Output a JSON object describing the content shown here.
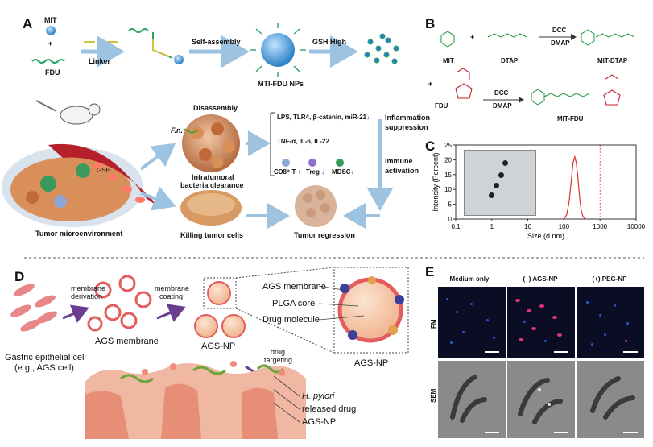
{
  "panels": {
    "a": "A",
    "b": "B",
    "c": "C",
    "d": "D",
    "e": "E"
  },
  "panel_a": {
    "mit": "MIT",
    "plus": "+",
    "fdu": "FDU",
    "linker": "Linker",
    "self_assembly": "Self-assembly",
    "gsh_high": "GSH High",
    "nps": "MTI-FDU NPs",
    "disassembly": "Disassembly",
    "fn": "F.n.",
    "gsh": "GSH",
    "intratumoral": "Intratumoral",
    "bacteria_clearance": "bacteria clearance",
    "markers_1": "LPS, TLR4, β-catenin, miR-21",
    "markers_2": "TNF-α, IL-6, IL-22",
    "cd8": "CD8⁺ T",
    "treg": "Treg",
    "mdsc": "MDSC",
    "up": "↑",
    "down": "↓",
    "inflammation": "Inflammation",
    "suppression": "suppression",
    "immune": "Immune",
    "activation": "activation",
    "tumor_micro": "Tumor microenvironment",
    "killing": "Killing tumor cells",
    "regression": "Tumor regression"
  },
  "panel_b": {
    "plus": "+",
    "dcc": "DCC",
    "dmap": "DMAP",
    "mit": "MIT",
    "dtap": "DTAP",
    "mit_dtap": "MIT-DTAP",
    "fdu": "FDU",
    "mit_fdu": "MIT-FDU"
  },
  "chart_data": {
    "type": "line",
    "ylabel": "Intensity (Percent)",
    "xlabel": "Size (d.nm)",
    "xscale": "log",
    "xlim": [
      0.1,
      10000
    ],
    "ylim": [
      0,
      25
    ],
    "xticks": [
      "0.1",
      "1",
      "10",
      "100",
      "1000",
      "10000"
    ],
    "yticks": [
      "0",
      "5",
      "10",
      "15",
      "20",
      "25"
    ],
    "series": [
      {
        "x": [
          100,
          120,
          140,
          160,
          180,
          200,
          220,
          240,
          260,
          280,
          300,
          330,
          360,
          400
        ],
        "y": [
          0,
          1.5,
          6,
          13,
          19,
          21,
          19,
          15,
          10,
          6,
          3,
          1.2,
          0.4,
          0
        ],
        "color": "#d9302c"
      }
    ]
  },
  "panel_d": {
    "membrane_derivation_1": "membrane",
    "membrane_derivation_2": "derivation",
    "membrane_coating_1": "membrane",
    "membrane_coating_2": "coating",
    "ags_membrane": "AGS membrane",
    "ags_np": "AGS-NP",
    "gastric_1": "Gastric epithelial cell",
    "gastric_2": "(e.g., AGS cell)",
    "legend_membrane": "AGS membrane",
    "legend_core": "PLGA core",
    "legend_drug": "Drug molecule",
    "drug_targeting_1": "drug",
    "drug_targeting_2": "targeting",
    "ags_np_zoom": "AGS-NP",
    "hpylori": "H. pylori",
    "released": "released drug",
    "ags_np_bottom": "AGS-NP"
  },
  "panel_e": {
    "col1": "Medium only",
    "col2": "(+) AGS-NP",
    "col3": "(+) PEG-NP",
    "row1": "FM",
    "row2": "SEM"
  },
  "colors": {
    "arrow": "#9dc3e0",
    "purple_arrow": "#6a3d91",
    "curve": "#d9302c",
    "fm_bg": "#0a0d24",
    "fm_blue": "#2c55d8",
    "fm_pink": "#e0347c"
  }
}
